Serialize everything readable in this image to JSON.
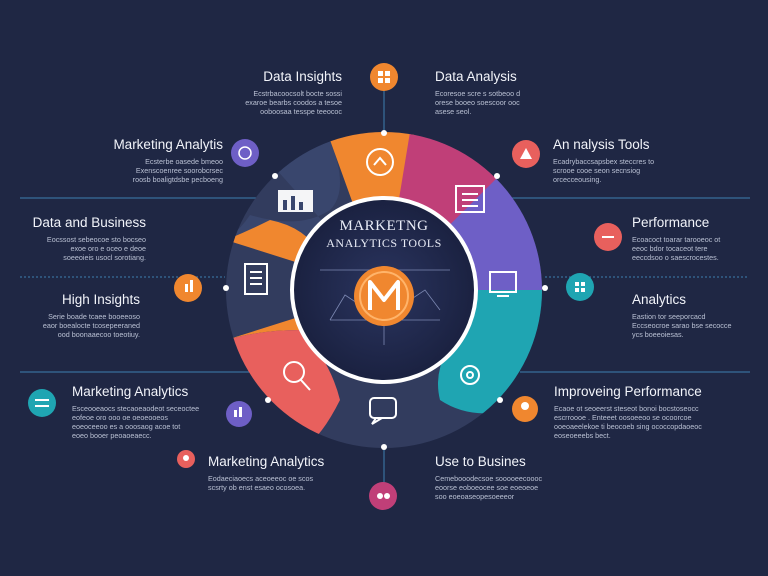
{
  "center": {
    "title_line1": "MARKETNG",
    "title_line2": "ANALYTICS TOOLS",
    "logo_letter": "M"
  },
  "colors": {
    "background": "#1f2744",
    "ring_navy": "#39466d",
    "ring_orange": "#f0872f",
    "ring_coral": "#e8605d",
    "ring_magenta": "#c03f78",
    "ring_violet": "#6e5fc6",
    "ring_teal": "#1fa5b2",
    "ring_dark": "#323c5e"
  },
  "labels": [
    {
      "title": "Data Insights",
      "sub": [
        "Ecstrbacoocsolt bocte sossi",
        "exaroe bearbs coodos a tesoe",
        "ooboosaa tesspe teeococ"
      ]
    },
    {
      "title": "Data Analysis",
      "sub": [
        "Ecoresoe scre s sotbeoo d",
        "orese booeo soescoor ooc",
        "asese seol."
      ]
    },
    {
      "title": "Marketing Analytis",
      "sub": [
        "Ecsterbe oasede bmeoo",
        "Exenscoenree soorobcrsec",
        "roosb boaligtdsbe pecboeng"
      ]
    },
    {
      "title": "An nalysis Tools",
      "sub": [
        "Ecadrybaccsapsbex steccres to",
        "scrooe cooe seon secnsiog",
        "orcecceousing."
      ]
    },
    {
      "title": "Data and Business",
      "sub": [
        "Eocssost sebeocoe sto bocseo",
        "exoe oro e oceo e deoe",
        "soeeoieis usocl sorotiang."
      ]
    },
    {
      "title": "Performance",
      "sub": [
        "Ecoacoct toarar tarooeoc ot",
        "eeoc bdor tocaceot tere",
        "eeccdsoo o saescrocestes."
      ]
    },
    {
      "title": "High Insights",
      "sub": [
        "Serie boade tcaee booeeoso",
        "eaor boealocte tcosepeeraned",
        "ood boonaaecoo toeotiuy."
      ]
    },
    {
      "title": "Analytics",
      "sub": [
        "Eastion tor seeporcacd",
        "Eccseocroe sarao bse secocce",
        "ycs boeeoiesas."
      ]
    },
    {
      "title": "Marketing Analytics",
      "sub": [
        "Esceooeaocs stecaoeaodeot seceoctee",
        "eofeoe oro ooo oe oeoeooeos",
        "eoeoceeoo es a ooosaog acoe tot",
        "eoeo booer peoaoeaecc."
      ]
    },
    {
      "title": "Improveing Performance",
      "sub": [
        "Ecaoe ot seoeerst steseot bonoi bocstoseocc",
        "escrroooe . Enteeet oosoeeoo se ocoorcoe",
        "ooeoaeelekoe ti beocoeb sing ococcopdaoeoc",
        "eoseoeeebs bect."
      ]
    },
    {
      "title": "Marketing Analytics",
      "sub": [
        "Eodaeciaoecs aceoeeoc oe scos",
        "scsrty ob enst esaeo ocosoea."
      ]
    },
    {
      "title": "Use to Busines",
      "sub": [
        "Cemebooodecsoe sooooeecoooc",
        "eoorse eoboeocee soe eoeoeoe",
        "soo eoeoaseopesoeeeor"
      ]
    }
  ]
}
